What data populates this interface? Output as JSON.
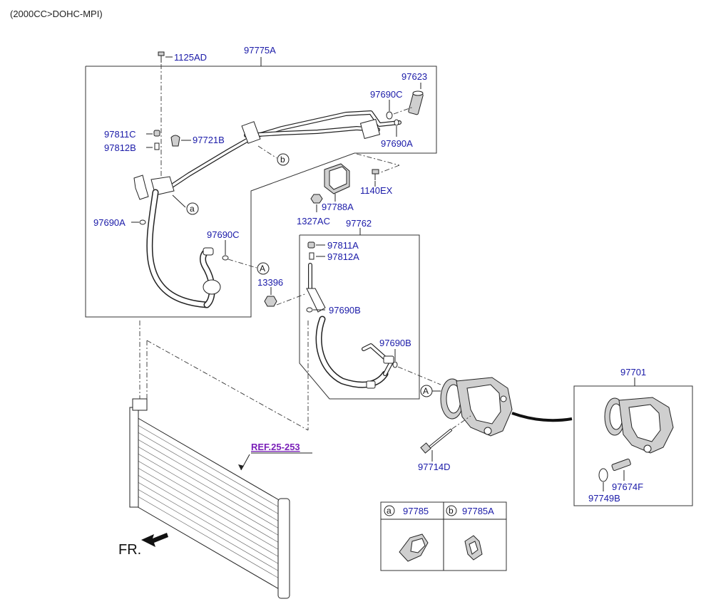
{
  "header": {
    "engine_spec": "(2000CC>DOHC-MPI)"
  },
  "labels": {
    "p97775A": "97775A",
    "p1125AD": "1125AD",
    "p97623": "97623",
    "p97690C_top": "97690C",
    "p97690A_right": "97690A",
    "p97811C": "97811C",
    "p97812B": "97812B",
    "p97721B": "97721B",
    "p1140EX": "1140EX",
    "p97788A": "97788A",
    "p1327AC": "1327AC",
    "p97762": "97762",
    "p97690A_left": "97690A",
    "p97690C_mid": "97690C",
    "p97811A": "97811A",
    "p97812A": "97812A",
    "p13396": "13396",
    "p97690B_a": "97690B",
    "p97690B_b": "97690B",
    "p97701": "97701",
    "p97714D": "97714D",
    "p97674F": "97674F",
    "p97749B": "97749B",
    "ref": "REF.25-253",
    "front": "FR."
  },
  "callouts": {
    "a": "a",
    "b": "b",
    "A": "A",
    "A2": "A"
  },
  "legend": {
    "items": [
      {
        "letter": "a",
        "part": "97785"
      },
      {
        "letter": "b",
        "part": "97785A"
      }
    ]
  }
}
